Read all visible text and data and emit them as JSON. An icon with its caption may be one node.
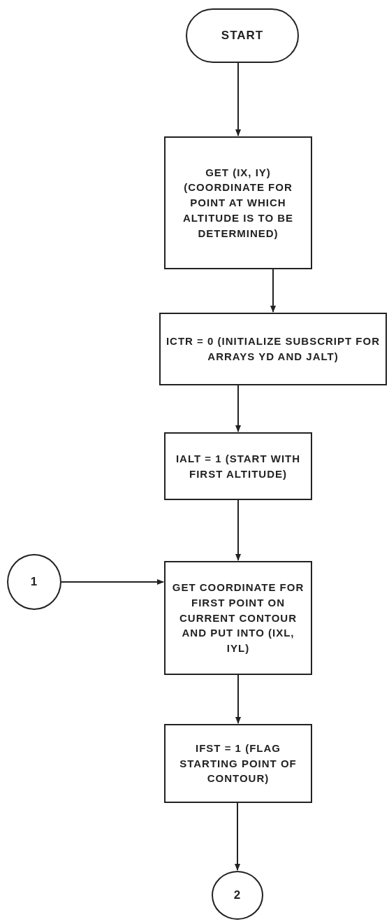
{
  "diagram": {
    "nodes": [
      {
        "text": [
          "START"
        ]
      },
      {
        "text": [
          "GET (IX, IY) (COORDINATE FOR POINT AT WHICH ALTITUDE IS TO BE DETERMINED)"
        ]
      },
      {
        "text": [
          "ICTR = 0 (INITIALIZE SUBSCRIPT FOR ARRAYS YD AND JALT)"
        ]
      },
      {
        "text": [
          "IALT = 1 (START WITH FIRST ALTITUDE)"
        ]
      },
      {
        "text": [
          "1"
        ]
      },
      {
        "text": [
          "GET COORDINATE FOR FIRST POINT ON CURRENT CONTOUR AND PUT INTO (IXL, IYL)"
        ]
      },
      {
        "text": [
          "IFST = 1 (FLAG STARTING POINT OF CONTOUR)"
        ]
      },
      {
        "text": [
          "2"
        ]
      }
    ],
    "edges": [
      {
        "from": 0,
        "to": 1,
        "arrow": "to"
      },
      {
        "from": 1,
        "to": 2,
        "arrow": "to"
      },
      {
        "from": 2,
        "to": 3,
        "arrow": "to"
      },
      {
        "from": 3,
        "to": 5,
        "arrow": "to"
      },
      {
        "from": 4,
        "to": 5,
        "arrow": "to"
      },
      {
        "from": 5,
        "to": 6,
        "arrow": "to"
      },
      {
        "from": 6,
        "to": 7,
        "arrow": "to"
      }
    ]
  }
}
